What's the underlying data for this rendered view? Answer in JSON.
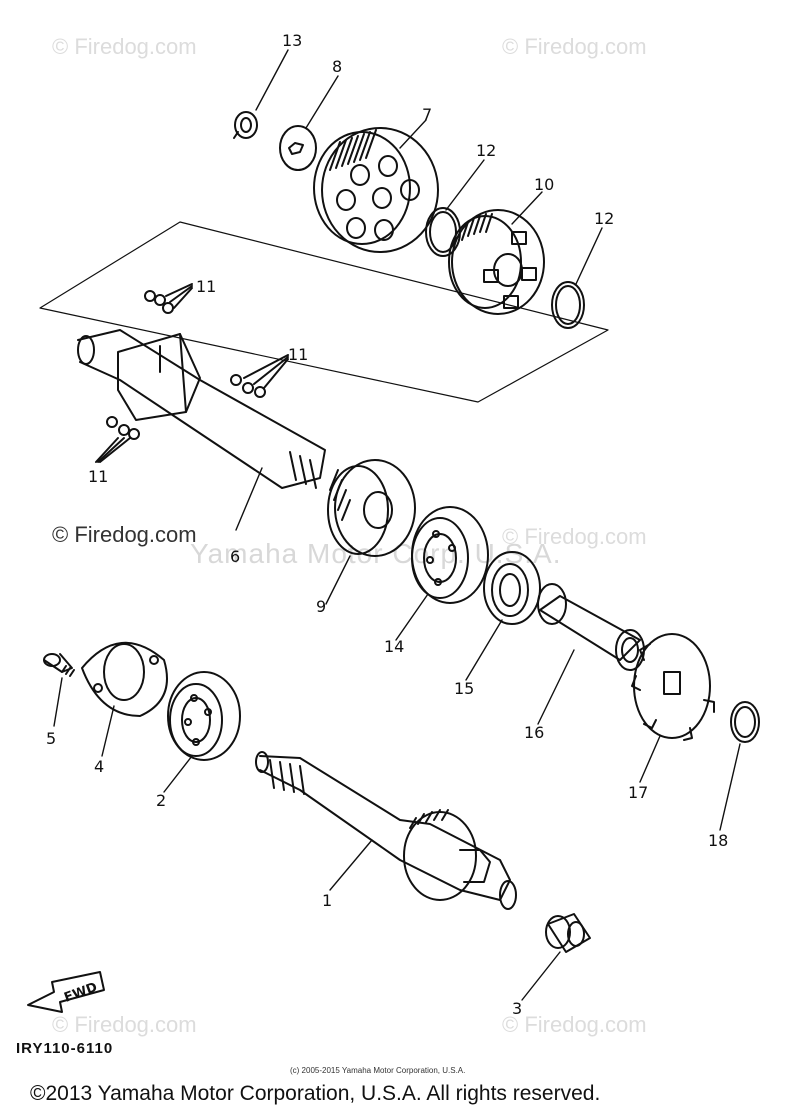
{
  "watermarks": {
    "text": "© Firedog.com",
    "brand": "Yamaha Motor Corp. U.S.A."
  },
  "callouts": [
    "13",
    "8",
    "7",
    "12",
    "10",
    "12",
    "11",
    "11",
    "11",
    "6",
    "9",
    "14",
    "15",
    "16",
    "17",
    "18",
    "5",
    "4",
    "2",
    "1",
    "3"
  ],
  "diagram_code": "IRY110-6110",
  "fwd_label": "FWD",
  "small_copyright": "(c) 2005-2015 Yamaha Motor Corporation, U.S.A.",
  "footer": "©2013 Yamaha Motor Corporation, U.S.A. All rights reserved."
}
